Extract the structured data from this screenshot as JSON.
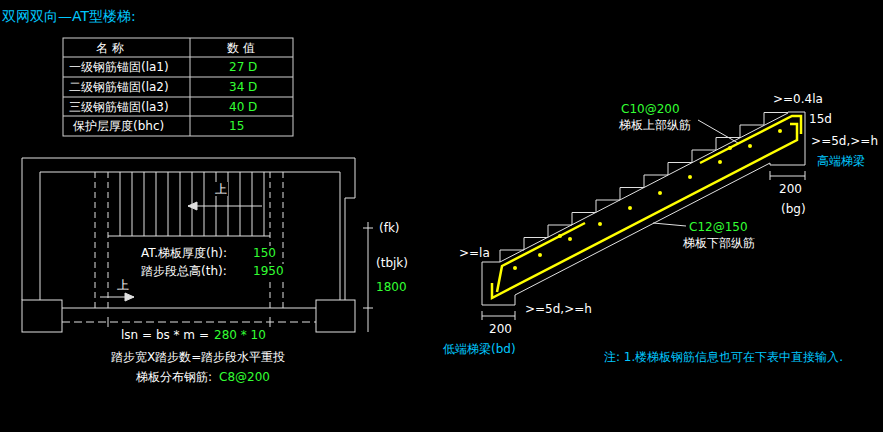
{
  "diagram": {
    "title": "双网双向—AT型楼梯:",
    "labels": [
      "名 称",
      "数 值",
      "一级钢筋锚固(la1)",
      "27 D",
      "二级钢筋锚固(la2)",
      "34 D",
      "三级钢筋锚固(la3)",
      "40 D",
      "保护层厚度(bhc)",
      "15",
      "上",
      "(fk)",
      "AT.梯板厚度(h):",
      "150",
      "(tbjk)",
      "踏步段总高(th):",
      "1950",
      "1800",
      "上",
      "lsn = bs * m =",
      "280 * 10",
      "踏步宽X踏步数=踏步段水平重投",
      "梯板分布钢筋:",
      "C8@200",
      ">=0.4la",
      "C10@200",
      "15d",
      "梯板上部纵筋",
      ">=5d,>=h",
      "高端梯梁",
      "200",
      "(bg)",
      "C12@150",
      "梯板下部纵筋",
      ">=la",
      ">=5d,>=h",
      "200",
      "低端梯梁(bd)",
      "注: 1.楼梯板钢筋信息也可在下表中直接输入."
    ]
  }
}
